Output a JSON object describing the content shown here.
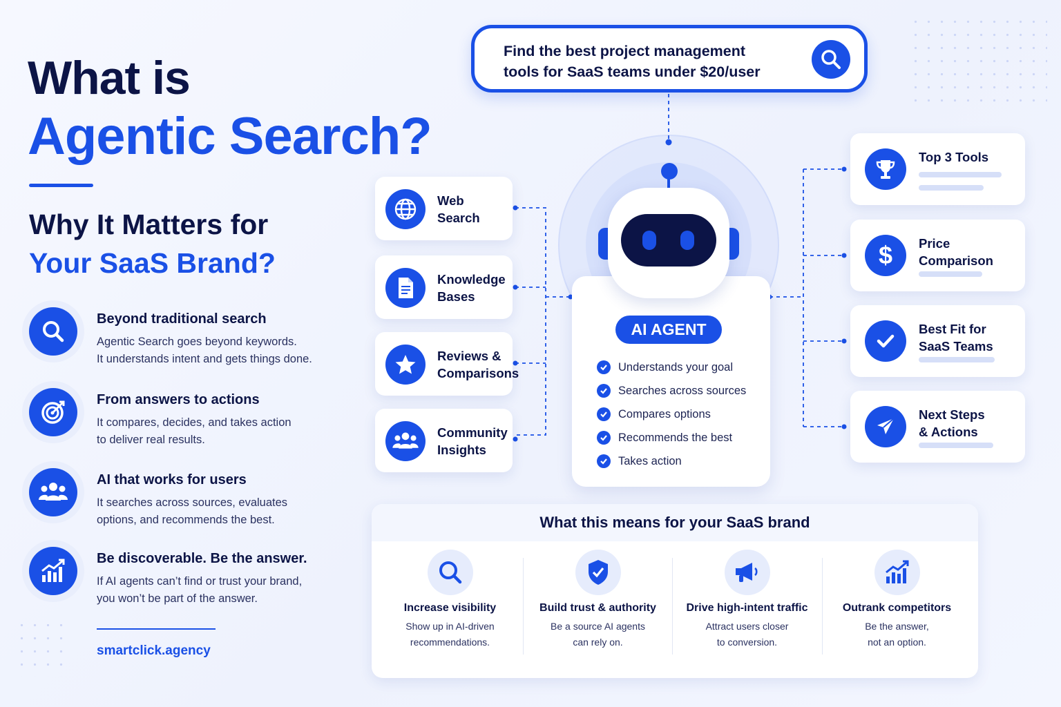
{
  "colors": {
    "primary": "#1a50e6",
    "navy": "#0c1446",
    "background": "#f3f6ff"
  },
  "title": {
    "line1": "What is",
    "line2": "Agentic Search?"
  },
  "subtitle": {
    "line1": "Why It Matters for",
    "line2": "Your SaaS Brand?"
  },
  "features": [
    {
      "icon": "search-icon",
      "title": "Beyond traditional search",
      "desc1": "Agentic Search goes beyond keywords.",
      "desc2": "It understands intent and gets things done."
    },
    {
      "icon": "target-icon",
      "title": "From answers to actions",
      "desc1": "It compares, decides, and takes action",
      "desc2": "to deliver real results."
    },
    {
      "icon": "users-icon",
      "title": "AI that works for users",
      "desc1": "It searches across sources, evaluates",
      "desc2": "options, and recommends the best."
    },
    {
      "icon": "growth-chart-icon",
      "title": "Be discoverable. Be the answer.",
      "desc1": "If AI agents can’t find or trust your brand,",
      "desc2": "you won’t be part of the answer."
    }
  ],
  "footer": {
    "link": "smartclick.agency"
  },
  "search": {
    "line1": "Find the best project management",
    "line2": "tools for SaaS teams under $20/user",
    "icon": "search-icon"
  },
  "sources": [
    {
      "icon": "globe-icon",
      "line1": "Web",
      "line2": "Search"
    },
    {
      "icon": "document-icon",
      "line1": "Knowledge",
      "line2": "Bases"
    },
    {
      "icon": "star-icon",
      "line1": "Reviews &",
      "line2": "Comparisons"
    },
    {
      "icon": "community-icon",
      "line1": "Community",
      "line2": "Insights"
    }
  ],
  "agent": {
    "badge": "AI AGENT",
    "steps": [
      "Understands your goal",
      "Searches across sources",
      "Compares options",
      "Recommends the best",
      "Takes action"
    ]
  },
  "results": [
    {
      "icon": "trophy-icon",
      "line1": "Top 3 Tools",
      "line2": ""
    },
    {
      "icon": "dollar-icon",
      "line1": "Price",
      "line2": "Comparison"
    },
    {
      "icon": "checkmark-icon",
      "line1": "Best Fit for",
      "line2": "SaaS Teams"
    },
    {
      "icon": "send-icon",
      "line1": "Next Steps",
      "line2": "& Actions"
    }
  ],
  "bottom": {
    "heading": "What this means for your SaaS brand",
    "benefits": [
      {
        "icon": "search-icon",
        "title": "Increase visibility",
        "desc1": "Show up in AI-driven",
        "desc2": "recommendations."
      },
      {
        "icon": "shield-icon",
        "title": "Build trust & authority",
        "desc1": "Be a source AI agents",
        "desc2": "can rely on."
      },
      {
        "icon": "megaphone-icon",
        "title": "Drive high-intent traffic",
        "desc1": "Attract users closer",
        "desc2": "to conversion."
      },
      {
        "icon": "growth-chart-icon",
        "title": "Outrank competitors",
        "desc1": "Be the answer,",
        "desc2": "not an option."
      }
    ]
  }
}
